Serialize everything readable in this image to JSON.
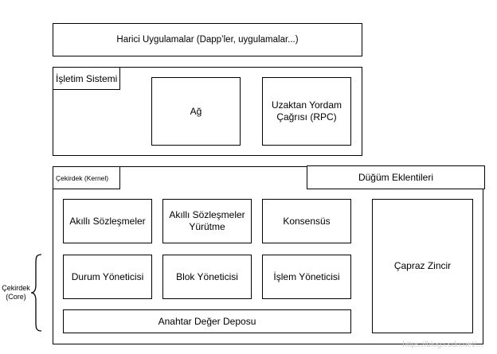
{
  "diagram": {
    "external_apps": "Harici Uygulamalar (Dapp’ler, uygulamalar...)",
    "os": {
      "label": "İşletim Sistemi",
      "network": "Ağ",
      "rpc_line1": "Uzaktan Yordam",
      "rpc_line2": "Çağrısı (RPC)"
    },
    "kernel": {
      "label": "Çekirdek (Kernel)",
      "smart_contracts": "Akıllı Sözleşmeler",
      "smart_exec_line1": "Akıllı Sözleşmeler",
      "smart_exec_line2": "Yürütme",
      "consensus": "Konsensüs",
      "state_manager": "Durum Yöneticisi",
      "block_manager": "Blok Yöneticisi",
      "tx_manager": "İşlem Yöneticisi",
      "kv_store": "Anahtar Değer Deposu"
    },
    "node_plugins": {
      "label": "Düğüm Eklentileri",
      "cross_chain": "Çapraz Zincir"
    },
    "core_brace_line1": "Çekirdek",
    "core_brace_line2": "(Core)"
  },
  "watermark": "https://blog.csdn.net/..."
}
